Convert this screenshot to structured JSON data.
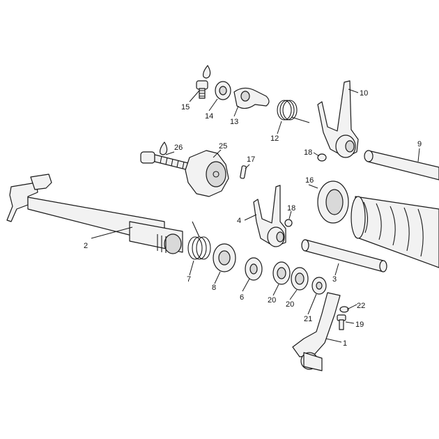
{
  "diagram": {
    "callouts": {
      "c1": "1",
      "c2": "2",
      "c3": "3",
      "c4": "4",
      "c6": "6",
      "c7": "7",
      "c8": "8",
      "c9": "9",
      "c10": "10",
      "c12": "12",
      "c13": "13",
      "c14": "14",
      "c15": "15",
      "c16": "16",
      "c17": "17",
      "c18a": "18",
      "c18b": "18",
      "c19": "19",
      "c20a": "20",
      "c20b": "20",
      "c21": "21",
      "c22": "22",
      "c25": "25",
      "c26": "26"
    }
  }
}
